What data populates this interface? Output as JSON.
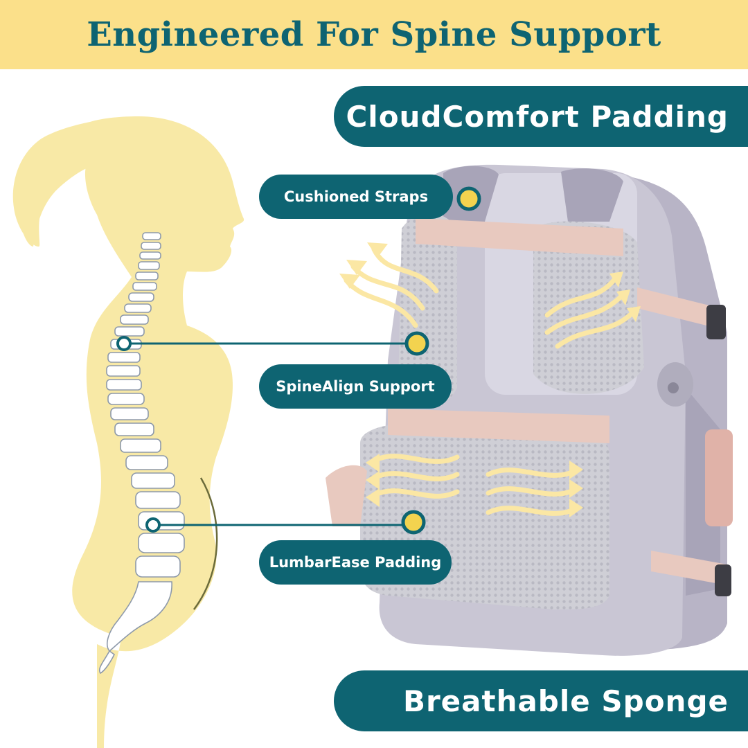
{
  "header": {
    "title": "Engineered For Spine Support"
  },
  "features": {
    "top_label": "CloudComfort Padding",
    "bottom_label": "Breathable Sponge",
    "callouts": [
      {
        "label": "Cushioned Straps"
      },
      {
        "label": "SpineAlign Support"
      },
      {
        "label": "LumbarEase Padding"
      }
    ]
  },
  "colors": {
    "banner": "#fbe08a",
    "brand_teal": "#0e6472",
    "silhouette": "#f8e9a6",
    "marker_yellow": "#f3d34f",
    "backpack": "#c9c6d4",
    "strap_pink": "#e8c9bf"
  }
}
